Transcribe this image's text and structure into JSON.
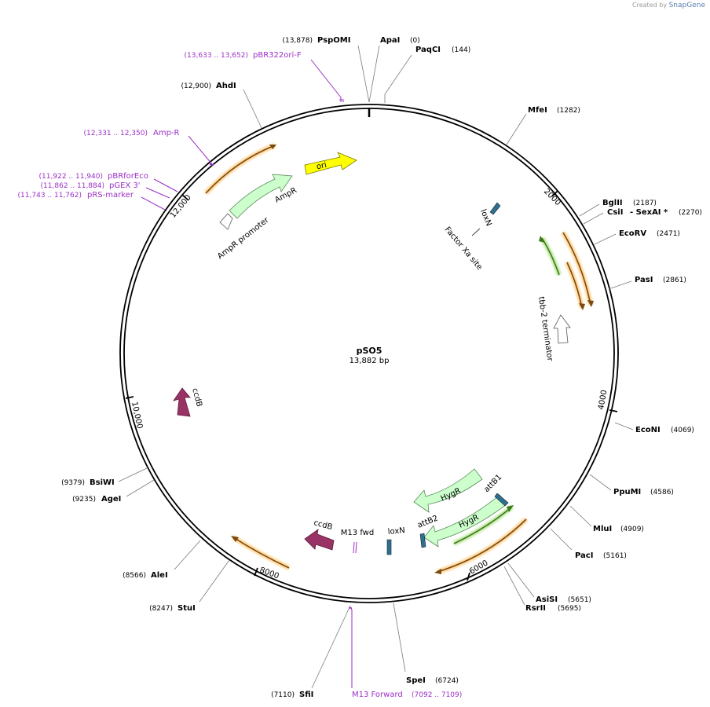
{
  "credit": {
    "prefix": "Created by",
    "brand": "SnapGene"
  },
  "plasmid": {
    "name": "pSO5",
    "size": "13,882 bp",
    "length": 13882
  },
  "colors": {
    "backbone": "#000000",
    "enzyme_text": "#000000",
    "primer": "#9b2fc7",
    "ori": "#ffff00",
    "resistance": "#ccffcc",
    "ccdB": "#993366",
    "promoter": "#ffffff",
    "orf_orange": "#e6961e",
    "orf_green": "#6fb030",
    "lox": "#2f6f8f"
  },
  "ticks": [
    {
      "label": "2000",
      "bp": 2000
    },
    {
      "label": "4000",
      "bp": 4000
    },
    {
      "label": "6000",
      "bp": 6000
    },
    {
      "label": "8000",
      "bp": 8000
    },
    {
      "label": "10,000",
      "bp": 10000
    },
    {
      "label": "12,000",
      "bp": 12000
    }
  ],
  "enzymes": [
    {
      "name": "ApaI",
      "pos": "(0)",
      "bp": 0
    },
    {
      "name": "PaqCI",
      "pos": "(144)",
      "bp": 144
    },
    {
      "name": "MfeI",
      "pos": "(1282)",
      "bp": 1282
    },
    {
      "name": "BglII",
      "pos": "(2187)",
      "bp": 2187
    },
    {
      "name": "CsiI",
      "pos": "",
      "bp": 2270
    },
    {
      "name": "- SexAI *",
      "pos": "(2270)",
      "bp": 2270
    },
    {
      "name": "EcoRV",
      "pos": "(2471)",
      "bp": 2471
    },
    {
      "name": "PasI",
      "pos": "(2861)",
      "bp": 2861
    },
    {
      "name": "EcoNI",
      "pos": "(4069)",
      "bp": 4069
    },
    {
      "name": "PpuMI",
      "pos": "(4586)",
      "bp": 4586
    },
    {
      "name": "MluI",
      "pos": "(4909)",
      "bp": 4909
    },
    {
      "name": "PacI",
      "pos": "(5161)",
      "bp": 5161
    },
    {
      "name": "AsiSI",
      "pos": "(5651)",
      "bp": 5651
    },
    {
      "name": "RsrII",
      "pos": "(5695)",
      "bp": 5695
    },
    {
      "name": "SpeI",
      "pos": "(6724)",
      "bp": 6724
    },
    {
      "name": "SfiI",
      "pos": "(7110)",
      "bp": 7110
    },
    {
      "name": "StuI",
      "pos": "(8247)",
      "bp": 8247
    },
    {
      "name": "AleI",
      "pos": "(8566)",
      "bp": 8566
    },
    {
      "name": "AgeI",
      "pos": "(9235)",
      "bp": 9235
    },
    {
      "name": "BsiWI",
      "pos": "(9379)",
      "bp": 9379
    },
    {
      "name": "AhdI",
      "pos": "(12,900)",
      "bp": 12900
    },
    {
      "name": "PspOMI",
      "pos": "(13,878)",
      "bp": 13878
    }
  ],
  "primers": [
    {
      "name": "pBR322ori-F",
      "range": "(13,633 .. 13,652)"
    },
    {
      "name": "Amp-R",
      "range": "(12,331 .. 12,350)"
    },
    {
      "name": "pBRforEco",
      "range": "(11,922 .. 11,940)"
    },
    {
      "name": "pGEX 3'",
      "range": "(11,862 .. 11,884)"
    },
    {
      "name": "pRS-marker",
      "range": "(11,743 .. 11,762)"
    },
    {
      "name": "M13 Forward",
      "range": "(7092 .. 7109)"
    }
  ],
  "features": {
    "ori": "ori",
    "ampr": "AmpR",
    "ampr_promoter": "AmpR promoter",
    "ccdb_1": "ccdB",
    "ccdb_2": "ccdB",
    "loxn_1": "loxN",
    "loxn_2": "loxN",
    "factor_xa": "Factor Xa site",
    "tbb2": "tbb-2 terminator",
    "hygr_1": "HygR",
    "hygr_2": "HygR",
    "attb1": "attB1",
    "attb2": "attB2",
    "m13fwd": "M13 fwd"
  }
}
